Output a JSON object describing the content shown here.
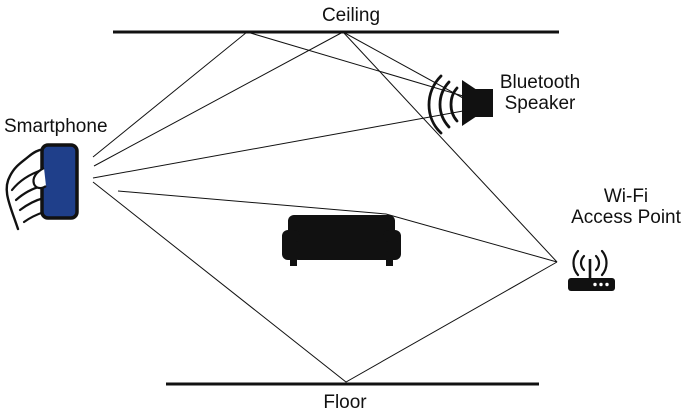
{
  "labels": {
    "ceiling": "Ceiling",
    "floor": "Floor",
    "smartphone": "Smartphone",
    "speaker_line1": "Bluetooth",
    "speaker_line2": "Speaker",
    "ap_line1": "Wi-Fi",
    "ap_line2": "Access Point"
  },
  "icons": {
    "phone": "smartphone-hand-icon",
    "speaker": "speaker-icon",
    "sofa": "sofa-icon",
    "router": "wifi-router-icon"
  },
  "colors": {
    "line": "#111111",
    "icon_fill": "#111111",
    "phone_screen": "#1f3f8a"
  }
}
